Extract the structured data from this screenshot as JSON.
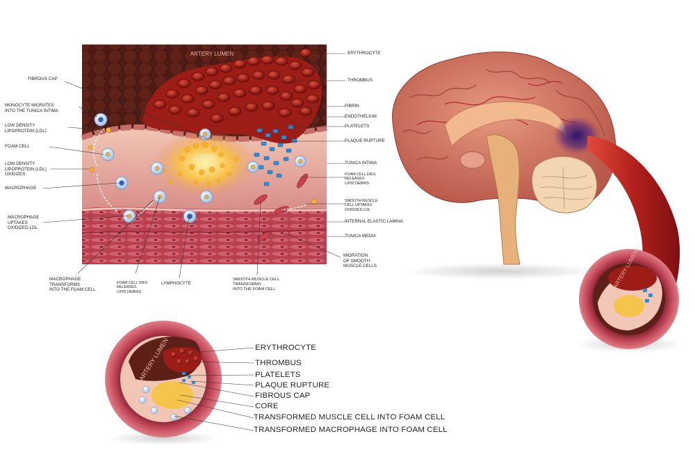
{
  "colors": {
    "lumen": "#5c2018",
    "blood": "#b8251c",
    "plaque": "#f5c44a",
    "platelet": "#2b8fd8",
    "wall": "#c45a63",
    "media": "#a3354a",
    "brain": "#d9826b"
  },
  "section_labels": {
    "lumen": "ARTERY LUMEN",
    "core": "CORE"
  },
  "left_labels": {
    "fibrous_cap": "FIBROUS CAP",
    "monocyte": "MONOCYTE MIGRATES\nINTO THE TUNICA INTIMA",
    "ldl": "LOW DENSITY\nLIPOPROTEIN (LDL)",
    "foam_cell": "FOAM CELL",
    "ldl_oxidizes": "LOW DENSITY\nLIPOPROTEIN (LDL)\nOXIDIZES",
    "macrophage": "MACROPHAGE",
    "macrophage_uptakes": "MACROPHAGE\nUPTAKES\nOXIDIZED LDL"
  },
  "right_labels": {
    "erythrocyte": "ERYTHROCYTE",
    "thrombus": "THROMBUS",
    "fibrin": "FIBRIN",
    "endothelium": "ENDOTHELIUM",
    "platelets": "PLATELETS",
    "plaque_rupture": "PLAQUE RUPTURE",
    "tunica_intima": "TUNICA INTIMA",
    "foam_cell_dies": "FOAM CELL DIES\nRELEASES\nLIPID DEBRIS",
    "smooth_muscle_uptakes": "SMOOTH MUSCLE\nCELL UPTAKES\nOXIDIZED LDL",
    "internal_elastic": "INTERNAL ELASTIC LAMINA",
    "tunica_media": "TUNICA MEDIA",
    "migration": "MIGRATION\nOF SMOOTH\nMUSCLE CELLS"
  },
  "bottom_labels": {
    "macrophage_transforms": "MACROPHAGE\nTRANSFORMS\nINTO THE FOAM CELL",
    "foam_cell_dies": "FOAM CELL DIES\nRELEASES\nLIPID DEBRIS",
    "lymphocyte": "LYMPHOCYTE",
    "smooth_muscle_transforms": "SMOOTH MUSCLE CELL\nTRANSFORMS\nINTO THE FOAM CELL"
  },
  "cross_section": {
    "lumen_label": "ARTERY LUMEN",
    "labels": [
      "ERYTHROCYTE",
      "THROMBUS",
      "PLATELETS",
      "PLAQUE RUPTURE",
      "FIBROUS CAP",
      "CORE",
      "TRANSFORMED MUSCLE CELL INTO FOAM CELL",
      "TRANSFORMED MACROPHAGE INTO FOAM CELL"
    ]
  },
  "brain_artery": {
    "lumen_label": "ARTERY LUMEN"
  }
}
